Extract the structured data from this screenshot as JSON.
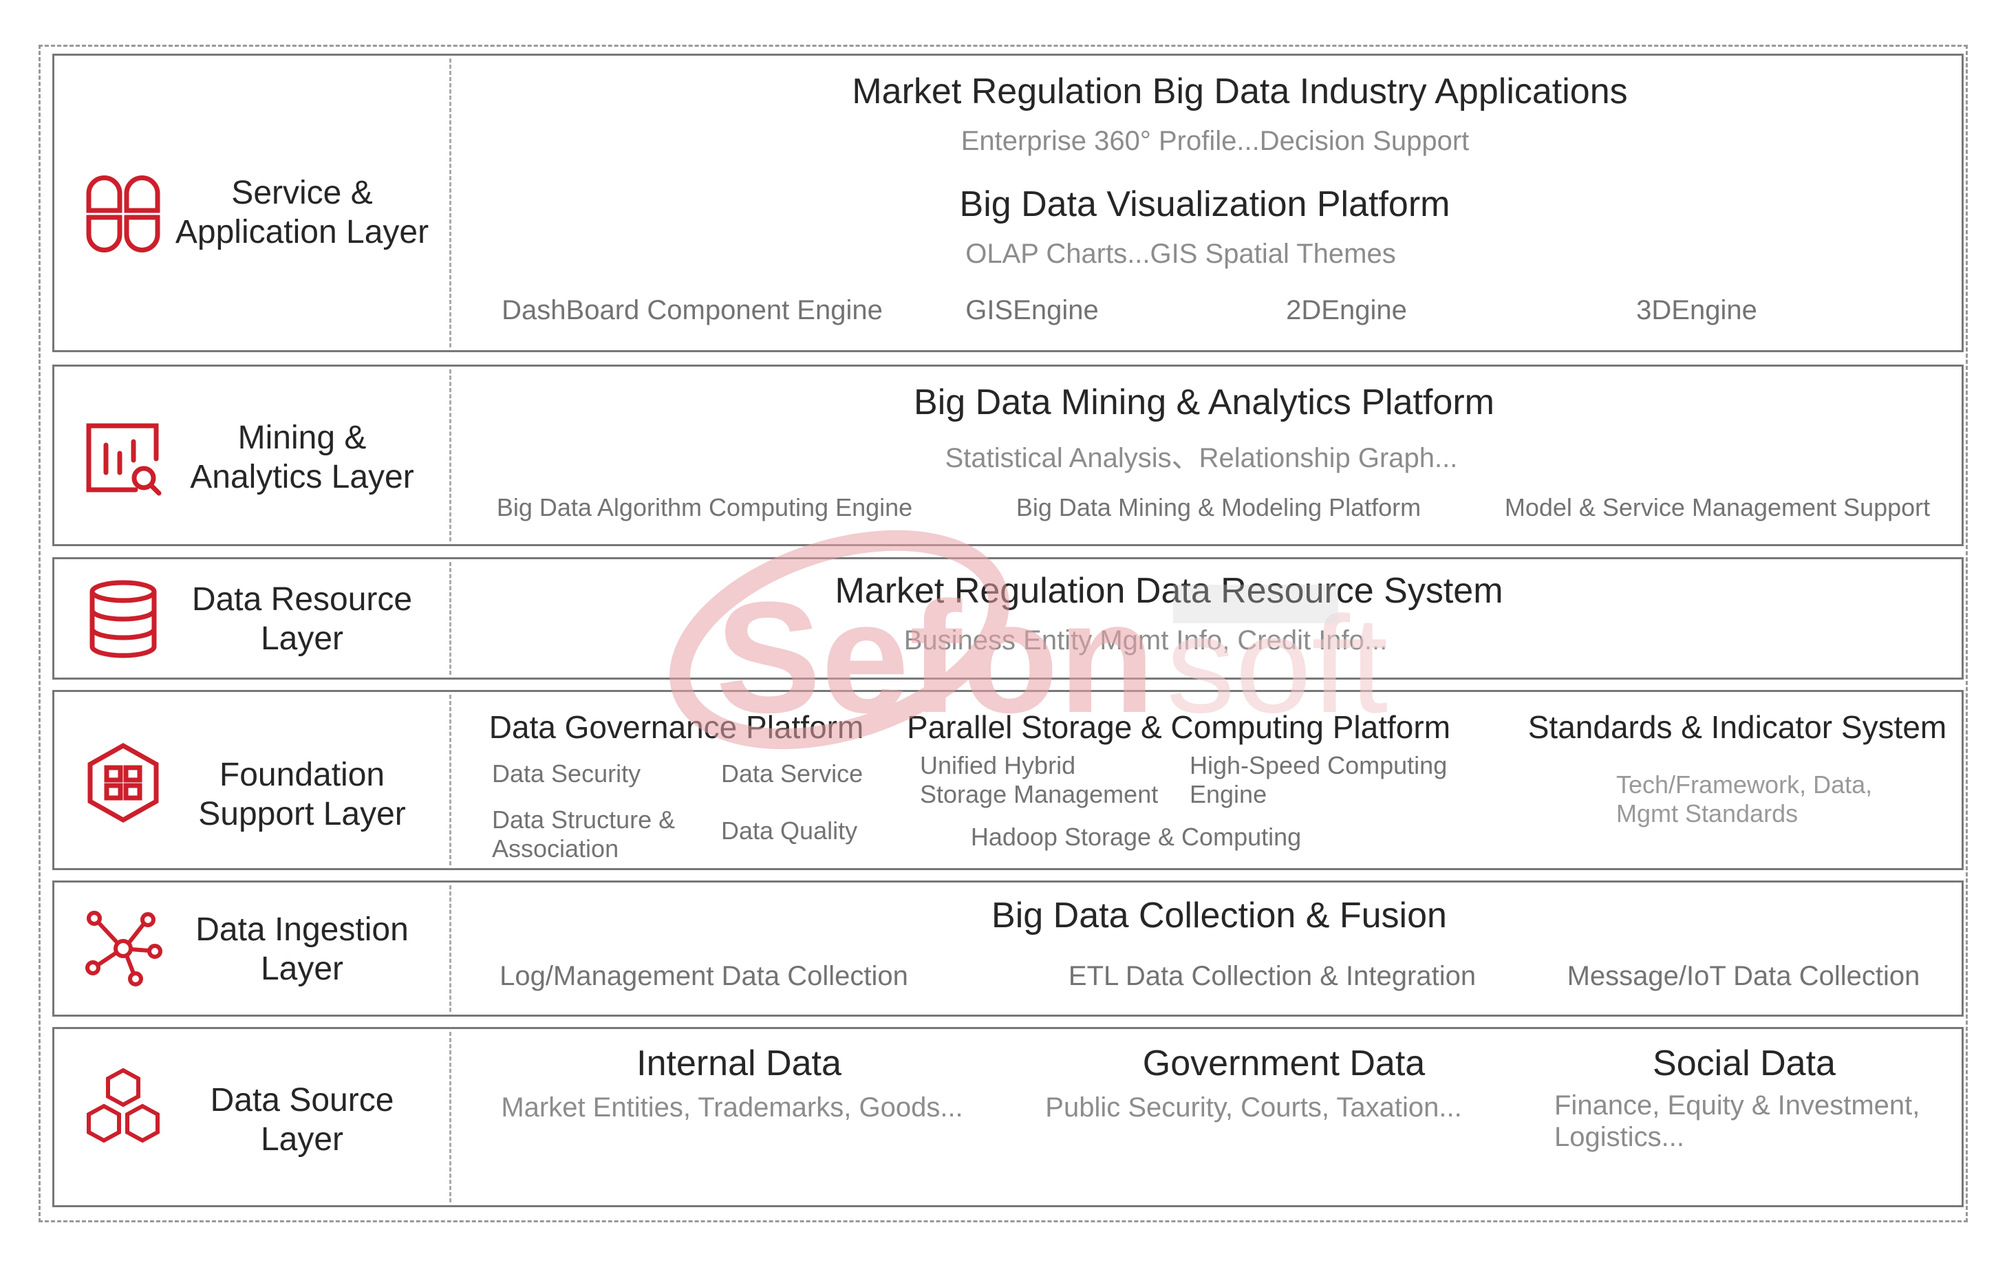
{
  "colors": {
    "accent": "#cc1f2b",
    "border": "#777777",
    "subtext": "#8c8c8c",
    "watermark": "#e8a4a8"
  },
  "watermark": {
    "brand": "Sefonsoft"
  },
  "layers": [
    {
      "name": "Service &\nApplication Layer",
      "icon": "apps-icon",
      "title1": "Market Regulation Big Data Industry Applications",
      "sub1": "Enterprise 360° Profile...Decision Support",
      "title2": "Big Data Visualization Platform",
      "sub2": "OLAP Charts...GIS Spatial Themes",
      "engines": [
        "DashBoard Component Engine",
        "GISEngine",
        "2DEngine",
        "3DEngine"
      ]
    },
    {
      "name": "Mining &\nAnalytics Layer",
      "icon": "chart-search-icon",
      "title": "Big Data Mining & Analytics Platform",
      "sub": "Statistical Analysis、Relationship Graph...",
      "items": [
        "Big Data Algorithm Computing Engine",
        "Big Data Mining & Modeling Platform",
        "Model & Service Management Support"
      ]
    },
    {
      "name": "Data Resource\nLayer",
      "icon": "database-icon",
      "title": "Market Regulation Data Resource System",
      "sub": "Business Entity Mgmt Info, Credit Info..."
    },
    {
      "name": "Foundation\nSupport Layer",
      "icon": "grid-hexagon-icon",
      "gov": {
        "title": "Data Governance Platform",
        "items": [
          "Data Security",
          "Data Service",
          "Data Structure &\nAssociation",
          "Data Quality"
        ]
      },
      "storage": {
        "title": "Parallel Storage & Computing Platform",
        "items": [
          "Unified Hybrid\nStorage Management",
          "High-Speed Computing\nEngine",
          "Hadoop Storage & Computing"
        ]
      },
      "standards": {
        "title": "Standards & Indicator System",
        "sub": "Tech/Framework, Data,\n Mgmt Standards"
      }
    },
    {
      "name": "Data Ingestion\nLayer",
      "icon": "network-icon",
      "title": "Big Data Collection & Fusion",
      "items": [
        "Log/Management Data Collection",
        "ETL Data Collection & Integration",
        "Message/IoT Data Collection"
      ]
    },
    {
      "name": "Data Source\nLayer",
      "icon": "hexagons-icon",
      "sources": [
        {
          "title": "Internal Data",
          "sub": "Market Entities, Trademarks, Goods..."
        },
        {
          "title": "Government Data",
          "sub": "Public Security, Courts, Taxation..."
        },
        {
          "title": "Social Data",
          "sub": "Finance, Equity & Investment,\n Logistics..."
        }
      ]
    }
  ]
}
